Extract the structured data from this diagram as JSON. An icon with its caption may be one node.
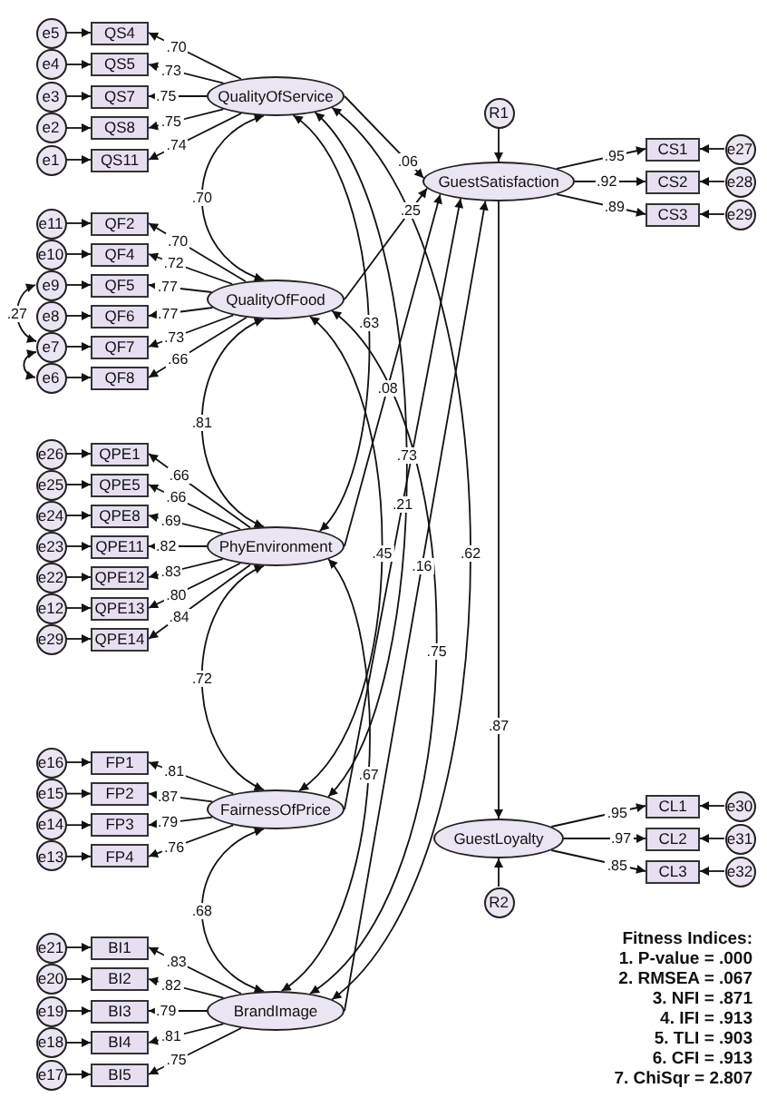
{
  "diagram": {
    "nodes": [
      {
        "text": [
          "QualityOfService"
        ]
      },
      {
        "text": [
          "QS4"
        ]
      },
      {
        "text": [
          "QS5"
        ]
      },
      {
        "text": [
          "QS7"
        ]
      },
      {
        "text": [
          "QS8"
        ]
      },
      {
        "text": [
          "QS11"
        ]
      },
      {
        "text": [
          "e5"
        ]
      },
      {
        "text": [
          "e4"
        ]
      },
      {
        "text": [
          "e3"
        ]
      },
      {
        "text": [
          "e2"
        ]
      },
      {
        "text": [
          "e1"
        ]
      },
      {
        "text": [
          "R1"
        ]
      },
      {
        "text": [
          "GuestSatisfaction"
        ]
      },
      {
        "text": [
          "CS1"
        ]
      },
      {
        "text": [
          "CS2"
        ]
      },
      {
        "text": [
          "CS3"
        ]
      },
      {
        "text": [
          "e27"
        ]
      },
      {
        "text": [
          "e28"
        ]
      },
      {
        "text": [
          "e29"
        ]
      },
      {
        "text": [
          "QualityOfFood"
        ]
      },
      {
        "text": [
          "QF2"
        ]
      },
      {
        "text": [
          "QF4"
        ]
      },
      {
        "text": [
          "QF5"
        ]
      },
      {
        "text": [
          "QF6"
        ]
      },
      {
        "text": [
          "QF7"
        ]
      },
      {
        "text": [
          "QF8"
        ]
      },
      {
        "text": [
          "e11"
        ]
      },
      {
        "text": [
          "e10"
        ]
      },
      {
        "text": [
          "e9"
        ]
      },
      {
        "text": [
          "e8"
        ]
      },
      {
        "text": [
          "e7"
        ]
      },
      {
        "text": [
          "e6"
        ]
      },
      {
        "text": [
          "PhyEnvironment"
        ]
      },
      {
        "text": [
          "QPE1"
        ]
      },
      {
        "text": [
          "QPE5"
        ]
      },
      {
        "text": [
          "QPE8"
        ]
      },
      {
        "text": [
          "QPE11"
        ]
      },
      {
        "text": [
          "QPE12"
        ]
      },
      {
        "text": [
          "QPE13"
        ]
      },
      {
        "text": [
          "QPE14"
        ]
      },
      {
        "text": [
          "e26"
        ]
      },
      {
        "text": [
          "e25"
        ]
      },
      {
        "text": [
          "e24"
        ]
      },
      {
        "text": [
          "e23"
        ]
      },
      {
        "text": [
          "e22"
        ]
      },
      {
        "text": [
          "e12"
        ]
      },
      {
        "text": [
          "e29"
        ]
      },
      {
        "text": [
          "FairnessOfPrice"
        ]
      },
      {
        "text": [
          "FP1"
        ]
      },
      {
        "text": [
          "FP2"
        ]
      },
      {
        "text": [
          "FP3"
        ]
      },
      {
        "text": [
          "FP4"
        ]
      },
      {
        "text": [
          "e16"
        ]
      },
      {
        "text": [
          "e15"
        ]
      },
      {
        "text": [
          "e14"
        ]
      },
      {
        "text": [
          "e13"
        ]
      },
      {
        "text": [
          "GuestLoyalty"
        ]
      },
      {
        "text": [
          "CL1"
        ]
      },
      {
        "text": [
          "CL2"
        ]
      },
      {
        "text": [
          "CL3"
        ]
      },
      {
        "text": [
          "e30"
        ]
      },
      {
        "text": [
          "e31"
        ]
      },
      {
        "text": [
          "e32"
        ]
      },
      {
        "text": [
          "R2"
        ]
      },
      {
        "text": [
          "BrandImage"
        ]
      },
      {
        "text": [
          "BI1"
        ]
      },
      {
        "text": [
          "BI2"
        ]
      },
      {
        "text": [
          "BI3"
        ]
      },
      {
        "text": [
          "BI4"
        ]
      },
      {
        "text": [
          "BI5"
        ]
      },
      {
        "text": [
          "e21"
        ]
      },
      {
        "text": [
          "e20"
        ]
      },
      {
        "text": [
          "e19"
        ]
      },
      {
        "text": [
          "e18"
        ]
      },
      {
        "text": [
          "e17"
        ]
      }
    ],
    "edges": [
      {
        "from": 0,
        "to": 1,
        "arrow": "to",
        "label": ".70"
      },
      {
        "from": 0,
        "to": 2,
        "arrow": "to",
        "label": ".73"
      },
      {
        "from": 0,
        "to": 3,
        "arrow": "to",
        "label": ".75"
      },
      {
        "from": 0,
        "to": 4,
        "arrow": "to",
        "label": ".75"
      },
      {
        "from": 0,
        "to": 5,
        "arrow": "to",
        "label": ".74"
      },
      {
        "from": 6,
        "to": 1,
        "arrow": "to"
      },
      {
        "from": 7,
        "to": 2,
        "arrow": "to"
      },
      {
        "from": 8,
        "to": 3,
        "arrow": "to"
      },
      {
        "from": 9,
        "to": 4,
        "arrow": "to"
      },
      {
        "from": 10,
        "to": 5,
        "arrow": "to"
      },
      {
        "from": 11,
        "to": 12,
        "arrow": "to"
      },
      {
        "from": 12,
        "to": 13,
        "arrow": "to",
        "label": ".95"
      },
      {
        "from": 12,
        "to": 14,
        "arrow": "to",
        "label": ".92"
      },
      {
        "from": 12,
        "to": 15,
        "arrow": "to",
        "label": ".89"
      },
      {
        "from": 16,
        "to": 13,
        "arrow": "to"
      },
      {
        "from": 17,
        "to": 14,
        "arrow": "to"
      },
      {
        "from": 18,
        "to": 15,
        "arrow": "to"
      },
      {
        "from": 19,
        "to": 20,
        "arrow": "to",
        "label": ".70"
      },
      {
        "from": 19,
        "to": 21,
        "arrow": "to",
        "label": ".72"
      },
      {
        "from": 19,
        "to": 22,
        "arrow": "to",
        "label": ".77"
      },
      {
        "from": 19,
        "to": 23,
        "arrow": "to",
        "label": ".77"
      },
      {
        "from": 19,
        "to": 24,
        "arrow": "to",
        "label": ".73"
      },
      {
        "from": 19,
        "to": 25,
        "arrow": "to",
        "label": ".66"
      },
      {
        "from": 26,
        "to": 20,
        "arrow": "to"
      },
      {
        "from": 27,
        "to": 21,
        "arrow": "to"
      },
      {
        "from": 28,
        "to": 22,
        "arrow": "to"
      },
      {
        "from": 29,
        "to": 23,
        "arrow": "to"
      },
      {
        "from": 30,
        "to": 24,
        "arrow": "to"
      },
      {
        "from": 31,
        "to": 25,
        "arrow": "to"
      },
      {
        "from": 28,
        "to": 30,
        "arrow": "both",
        "label": ".27"
      },
      {
        "from": 30,
        "to": 31,
        "arrow": "both"
      },
      {
        "from": 32,
        "to": 33,
        "arrow": "to",
        "label": ".66"
      },
      {
        "from": 32,
        "to": 34,
        "arrow": "to",
        "label": ".66"
      },
      {
        "from": 32,
        "to": 35,
        "arrow": "to",
        "label": ".69"
      },
      {
        "from": 32,
        "to": 36,
        "arrow": "to",
        "label": ".82"
      },
      {
        "from": 32,
        "to": 37,
        "arrow": "to",
        "label": ".83"
      },
      {
        "from": 32,
        "to": 38,
        "arrow": "to",
        "label": ".80"
      },
      {
        "from": 32,
        "to": 39,
        "arrow": "to",
        "label": ".84"
      },
      {
        "from": 40,
        "to": 33,
        "arrow": "to"
      },
      {
        "from": 41,
        "to": 34,
        "arrow": "to"
      },
      {
        "from": 42,
        "to": 35,
        "arrow": "to"
      },
      {
        "from": 43,
        "to": 36,
        "arrow": "to"
      },
      {
        "from": 44,
        "to": 37,
        "arrow": "to"
      },
      {
        "from": 45,
        "to": 38,
        "arrow": "to"
      },
      {
        "from": 46,
        "to": 39,
        "arrow": "to"
      },
      {
        "from": 47,
        "to": 48,
        "arrow": "to",
        "label": ".81"
      },
      {
        "from": 47,
        "to": 49,
        "arrow": "to",
        "label": ".87"
      },
      {
        "from": 47,
        "to": 50,
        "arrow": "to",
        "label": ".79"
      },
      {
        "from": 47,
        "to": 51,
        "arrow": "to",
        "label": ".76"
      },
      {
        "from": 52,
        "to": 48,
        "arrow": "to"
      },
      {
        "from": 53,
        "to": 49,
        "arrow": "to"
      },
      {
        "from": 54,
        "to": 50,
        "arrow": "to"
      },
      {
        "from": 55,
        "to": 51,
        "arrow": "to"
      },
      {
        "from": 56,
        "to": 57,
        "arrow": "to",
        "label": ".95"
      },
      {
        "from": 56,
        "to": 58,
        "arrow": "to",
        "label": ".97"
      },
      {
        "from": 56,
        "to": 59,
        "arrow": "to",
        "label": ".85"
      },
      {
        "from": 60,
        "to": 57,
        "arrow": "to"
      },
      {
        "from": 61,
        "to": 58,
        "arrow": "to"
      },
      {
        "from": 62,
        "to": 59,
        "arrow": "to"
      },
      {
        "from": 63,
        "to": 56,
        "arrow": "to"
      },
      {
        "from": 64,
        "to": 65,
        "arrow": "to",
        "label": ".83"
      },
      {
        "from": 64,
        "to": 66,
        "arrow": "to",
        "label": ".82"
      },
      {
        "from": 64,
        "to": 67,
        "arrow": "to",
        "label": ".79"
      },
      {
        "from": 64,
        "to": 68,
        "arrow": "to",
        "label": ".81"
      },
      {
        "from": 64,
        "to": 69,
        "arrow": "to",
        "label": ".75"
      },
      {
        "from": 70,
        "to": 65,
        "arrow": "to"
      },
      {
        "from": 71,
        "to": 66,
        "arrow": "to"
      },
      {
        "from": 72,
        "to": 67,
        "arrow": "to"
      },
      {
        "from": 73,
        "to": 68,
        "arrow": "to"
      },
      {
        "from": 74,
        "to": 69,
        "arrow": "to"
      },
      {
        "from": 0,
        "to": 12,
        "arrow": "to",
        "label": ".06"
      },
      {
        "from": 19,
        "to": 12,
        "arrow": "to",
        "label": ".25"
      },
      {
        "from": 32,
        "to": 12,
        "arrow": "to",
        "label": ".08"
      },
      {
        "from": 47,
        "to": 12,
        "arrow": "to",
        "label": ".21"
      },
      {
        "from": 64,
        "to": 12,
        "arrow": "to",
        "label": ".16"
      },
      {
        "from": 12,
        "to": 56,
        "arrow": "to",
        "label": ".87"
      },
      {
        "from": 0,
        "to": 19,
        "arrow": "both",
        "label": ".70"
      },
      {
        "from": 19,
        "to": 32,
        "arrow": "both",
        "label": ".81"
      },
      {
        "from": 32,
        "to": 47,
        "arrow": "both",
        "label": ".72"
      },
      {
        "from": 47,
        "to": 64,
        "arrow": "both",
        "label": ".68"
      },
      {
        "from": 0,
        "to": 32,
        "arrow": "both",
        "label": ".63"
      },
      {
        "from": 0,
        "to": 47,
        "arrow": "both",
        "label": ".73"
      },
      {
        "from": 0,
        "to": 64,
        "arrow": "both",
        "label": ".62"
      },
      {
        "from": 19,
        "to": 47,
        "arrow": "both",
        "label": ".45"
      },
      {
        "from": 19,
        "to": 64,
        "arrow": "both",
        "label": ".75"
      },
      {
        "from": 32,
        "to": 64,
        "arrow": "both",
        "label": ".67"
      }
    ],
    "labels": [
      "Fitness Indices:",
      "1. P-value = .000",
      "2. RMSEA = .067",
      "3. NFI = .871",
      "4. IFI = .913",
      "5. TLI = .903",
      "6. CFI = .913",
      "7. ChiSqr = 2.807"
    ]
  }
}
